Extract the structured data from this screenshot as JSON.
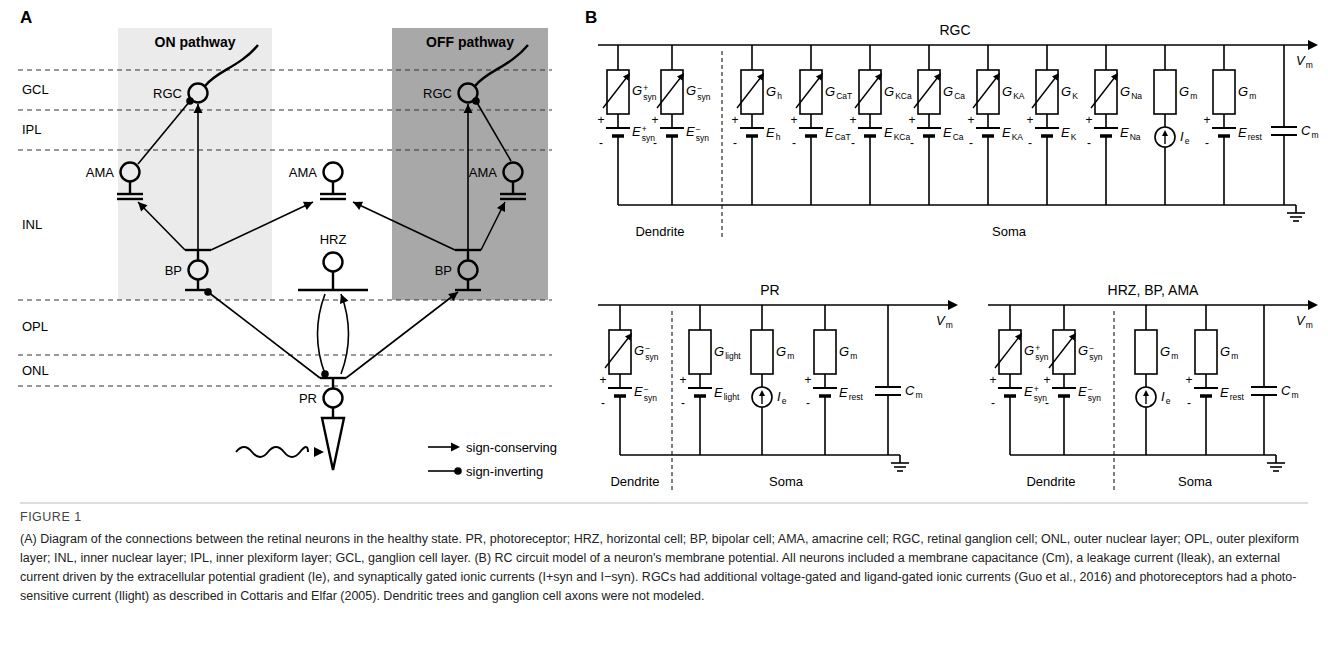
{
  "diagram": {
    "title": "FIGURE 1",
    "caption": "(A) Diagram of the connections between the retinal neurons in the healthy state. PR, photoreceptor; HRZ, horizontal cell; BP, bipolar cell; AMA, amacrine cell; RGC, retinal ganglion cell; ONL, outer nuclear layer; OPL, outer plexiform layer; INL, inner nuclear layer; IPL, inner plexiform layer; GCL, ganglion cell layer. (B) RC circuit model of a neuron's membrane potential. All neurons included a membrane capacitance (Cm), a leakage current (Ileak), an external current driven by the extracellular potential gradient (Ie), and synaptically gated ionic currents (I+syn and I−syn). RGCs had additional voltage-gated and ligand-gated ionic currents (Guo et al., 2016) and photoreceptors had a photo-sensitive current (Ilight) as described in Cottaris and Elfar (2005). Dendritic trees and ganglion cell axons were not modeled.",
    "nodes": [
      {
        "text": [
          "ON pathway"
        ]
      },
      {
        "text": [
          "RGC"
        ],
        "in": 0
      },
      {
        "text": [
          "AMA"
        ],
        "in": 0
      },
      {
        "text": [
          "BP"
        ],
        "in": 0
      },
      {
        "text": [
          "OFF pathway"
        ]
      },
      {
        "text": [
          "RGC"
        ],
        "in": 4
      },
      {
        "text": [
          "AMA"
        ],
        "in": 4
      },
      {
        "text": [
          "BP"
        ],
        "in": 4
      },
      {
        "text": [
          "AMA"
        ]
      },
      {
        "text": [
          "HRZ"
        ]
      },
      {
        "text": [
          "PR"
        ]
      }
    ],
    "edges": [
      {
        "from": 3,
        "to": 1,
        "arrow": "to"
      },
      {
        "from": 2,
        "to": 1,
        "arrow": "to"
      },
      {
        "from": 3,
        "to": 2,
        "arrow": "to"
      },
      {
        "from": 3,
        "to": 8,
        "arrow": "to"
      },
      {
        "from": 7,
        "to": 8,
        "arrow": "to"
      },
      {
        "from": 7,
        "to": 6,
        "arrow": "to"
      },
      {
        "from": 7,
        "to": 5,
        "arrow": "to"
      },
      {
        "from": 6,
        "to": 5,
        "arrow": "to"
      },
      {
        "from": 10,
        "to": 3,
        "arrow": "to"
      },
      {
        "from": 10,
        "to": 7,
        "arrow": "to"
      },
      {
        "from": 10,
        "to": 9,
        "arrow": "to"
      },
      {
        "from": 9,
        "to": 10,
        "arrow": "to"
      }
    ],
    "labels": [
      "A",
      "GCL",
      "IPL",
      "INL",
      "OPL",
      "ONL",
      "B",
      "RGC",
      "Vm",
      "G+syn",
      "E+syn",
      "+",
      "-",
      "G−syn",
      "E−syn",
      "+",
      "-",
      "Gh",
      "Eh",
      "+",
      "-",
      "GCaT",
      "ECaT",
      "+",
      "-",
      "GKCa",
      "EKCa",
      "+",
      "-",
      "GCa",
      "ECa",
      "+",
      "-",
      "GKA",
      "EKA",
      "+",
      "-",
      "GK",
      "EK",
      "+",
      "-",
      "GNa",
      "ENa",
      "+",
      "-",
      "Gm",
      "Ie",
      "Gm",
      "Erest",
      "+",
      "-",
      "Cm",
      "Dendrite",
      "Soma",
      "PR",
      "Vm",
      "G−syn",
      "E−syn",
      "+",
      "-",
      "Glight",
      "Elight",
      "+",
      "-",
      "Gm",
      "Ie",
      "Gm",
      "Erest",
      "+",
      "-",
      "Cm",
      "Dendrite",
      "Soma",
      "HRZ, BP, AMA",
      "Vm",
      "G+syn",
      "E+syn",
      "+",
      "-",
      "G−syn",
      "E−syn",
      "+",
      "-",
      "Gm",
      "Ie",
      "Gm",
      "Erest",
      "+",
      "-",
      "Cm",
      "Dendrite",
      "Soma"
    ],
    "legend": [
      {
        "text": "sign-conserving"
      },
      {
        "text": "sign-inverting"
      }
    ]
  }
}
